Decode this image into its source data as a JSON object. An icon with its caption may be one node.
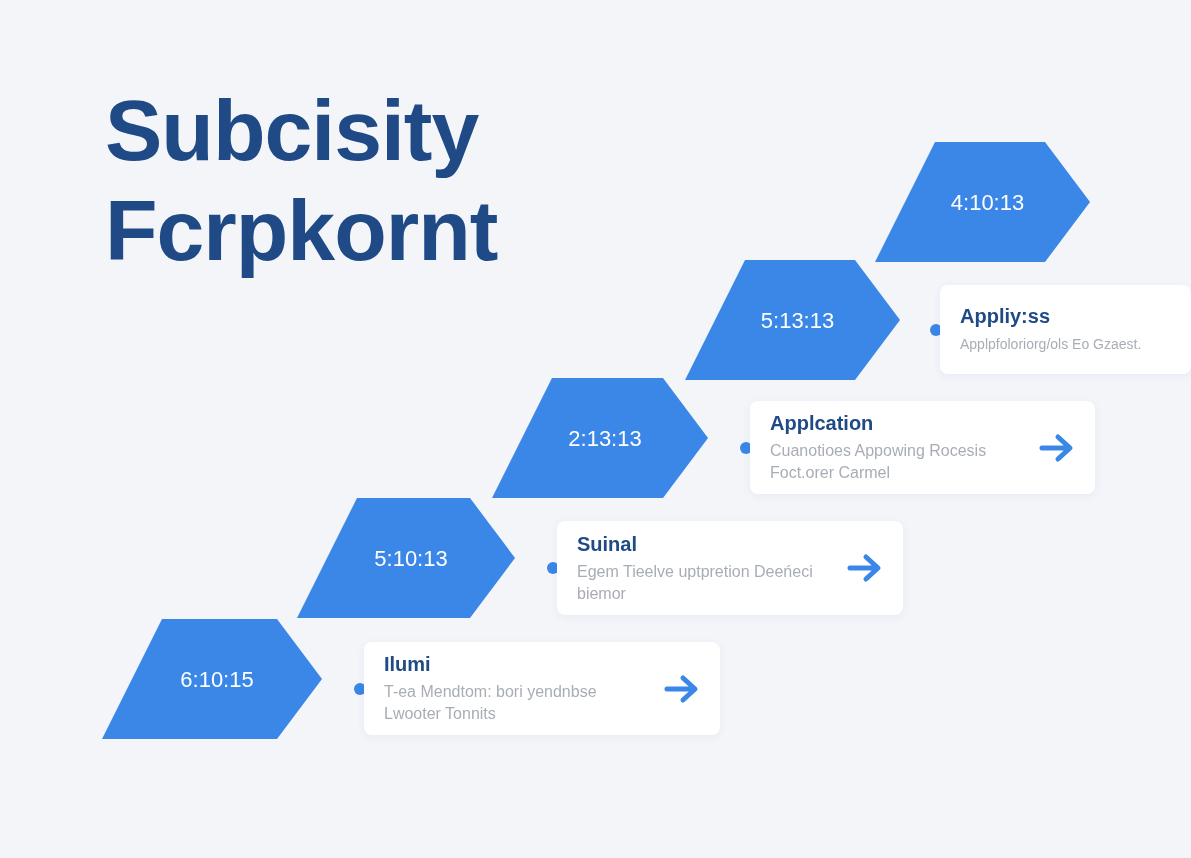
{
  "diagram": {
    "title": "Subcisity Fcrpkornt",
    "nodes": [
      {
        "text": [
          "4:10:13"
        ]
      },
      {
        "text": [
          "5:13:13"
        ]
      },
      {
        "text": [
          "Appliy:ss",
          "Applpfoloriorg/ols Eo Gzaest."
        ]
      },
      {
        "text": [
          "2:13:13"
        ]
      },
      {
        "text": [
          "Applcation",
          "Cuanotioes Appowing Rocesis Foct.orer Carmel"
        ]
      },
      {
        "text": [
          "5:10:13"
        ]
      },
      {
        "text": [
          "Suinal",
          "Egem Tieelve uptpretion Deeńeci biemor"
        ]
      },
      {
        "text": [
          "6:10:15"
        ]
      },
      {
        "text": [
          "Ilumi",
          "T-ea Mendtom: bori yendnbse Lwooter Tonnits"
        ]
      }
    ]
  }
}
